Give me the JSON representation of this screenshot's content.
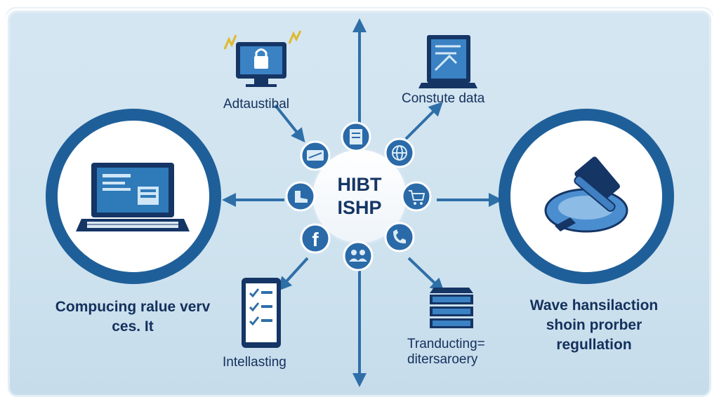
{
  "hub": {
    "line1": "HIBT",
    "line2": "ISHP"
  },
  "labels": {
    "top_left": "Adtaustibal",
    "top_right": "Constute data",
    "left_line1": "Compucing ralue verv",
    "left_line2": "ces. It",
    "right_line1": "Wave hansilaction",
    "right_line2": "shoin prorber",
    "right_line3": "regullation",
    "bottom_left": "Intellasting",
    "bottom_right_line1": "Tranducting=",
    "bottom_right_line2": "ditersaroery"
  },
  "icons": {
    "top_left": "secure-monitor-icon",
    "top_right": "document-data-icon",
    "left_big": "laptop-icon",
    "right_big": "gavel-icon",
    "bottom_left": "phone-checklist-icon",
    "bottom_right": "server-stack-icon",
    "ring": [
      "server-rack-icon",
      "globe-icon",
      "chart-icon",
      "shopping-cart-icon",
      "phone-call-icon",
      "users-icon",
      "facebook-icon",
      "boot-icon",
      "tablet-icon"
    ]
  },
  "colors": {
    "background": "#cfe3ef",
    "primary_blue": "#1f5f99",
    "navy": "#14305c",
    "arrow": "#2f6fa8"
  }
}
